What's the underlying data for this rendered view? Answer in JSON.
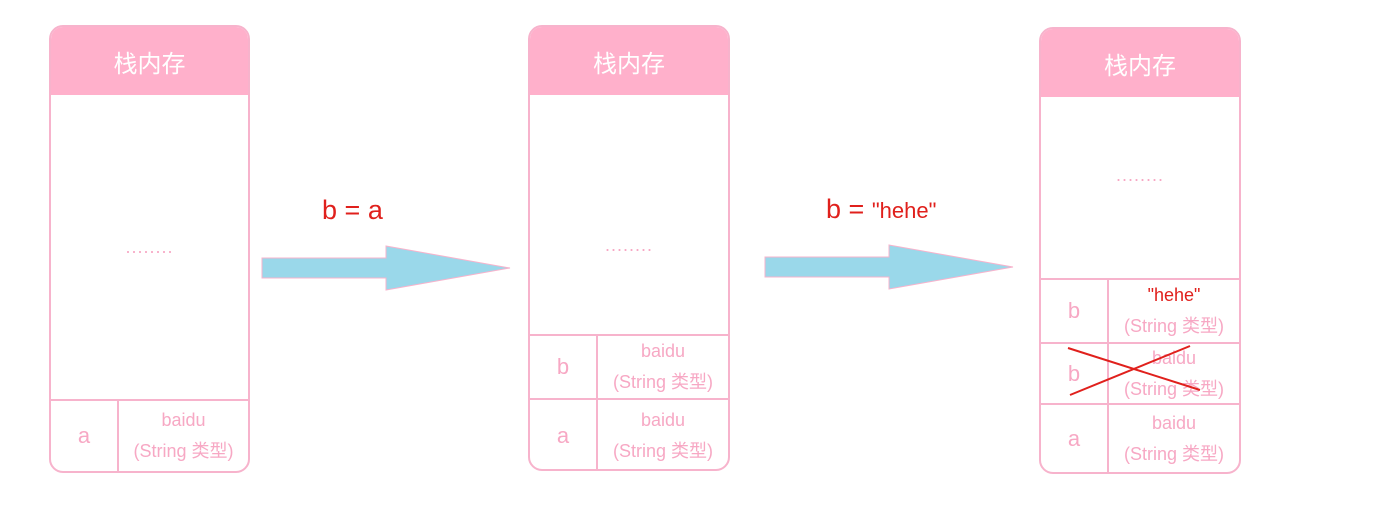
{
  "colors": {
    "accent_pink": "#ffb0cb",
    "border_pink": "#f7b3cc",
    "text_pink": "#f7a8c4",
    "arrow_blue": "#9ad8ea",
    "label_red": "#e0201c"
  },
  "stacks": [
    {
      "title": "栈内存",
      "dots": "........",
      "rows": [
        {
          "name": "a",
          "value_line1": "baidu",
          "value_line2": "(String 类型)"
        }
      ]
    },
    {
      "title": "栈内存",
      "dots": "........",
      "rows": [
        {
          "name": "b",
          "value_line1": "baidu",
          "value_line2": "(String 类型)"
        },
        {
          "name": "a",
          "value_line1": "baidu",
          "value_line2": "(String 类型)"
        }
      ]
    },
    {
      "title": "栈内存",
      "dots": "........",
      "rows": [
        {
          "name": "b",
          "value_line1": "\"hehe\"",
          "value_line2": "(String 类型)"
        },
        {
          "name": "b",
          "value_line1": "baidu",
          "value_line2": "(String 类型)",
          "crossed_out": true
        },
        {
          "name": "a",
          "value_line1": "baidu",
          "value_line2": "(String 类型)"
        }
      ]
    }
  ],
  "operations": [
    {
      "var": "b",
      "op": "=",
      "value": "a"
    },
    {
      "var": "b",
      "op": "=",
      "value": "\"hehe\""
    }
  ]
}
